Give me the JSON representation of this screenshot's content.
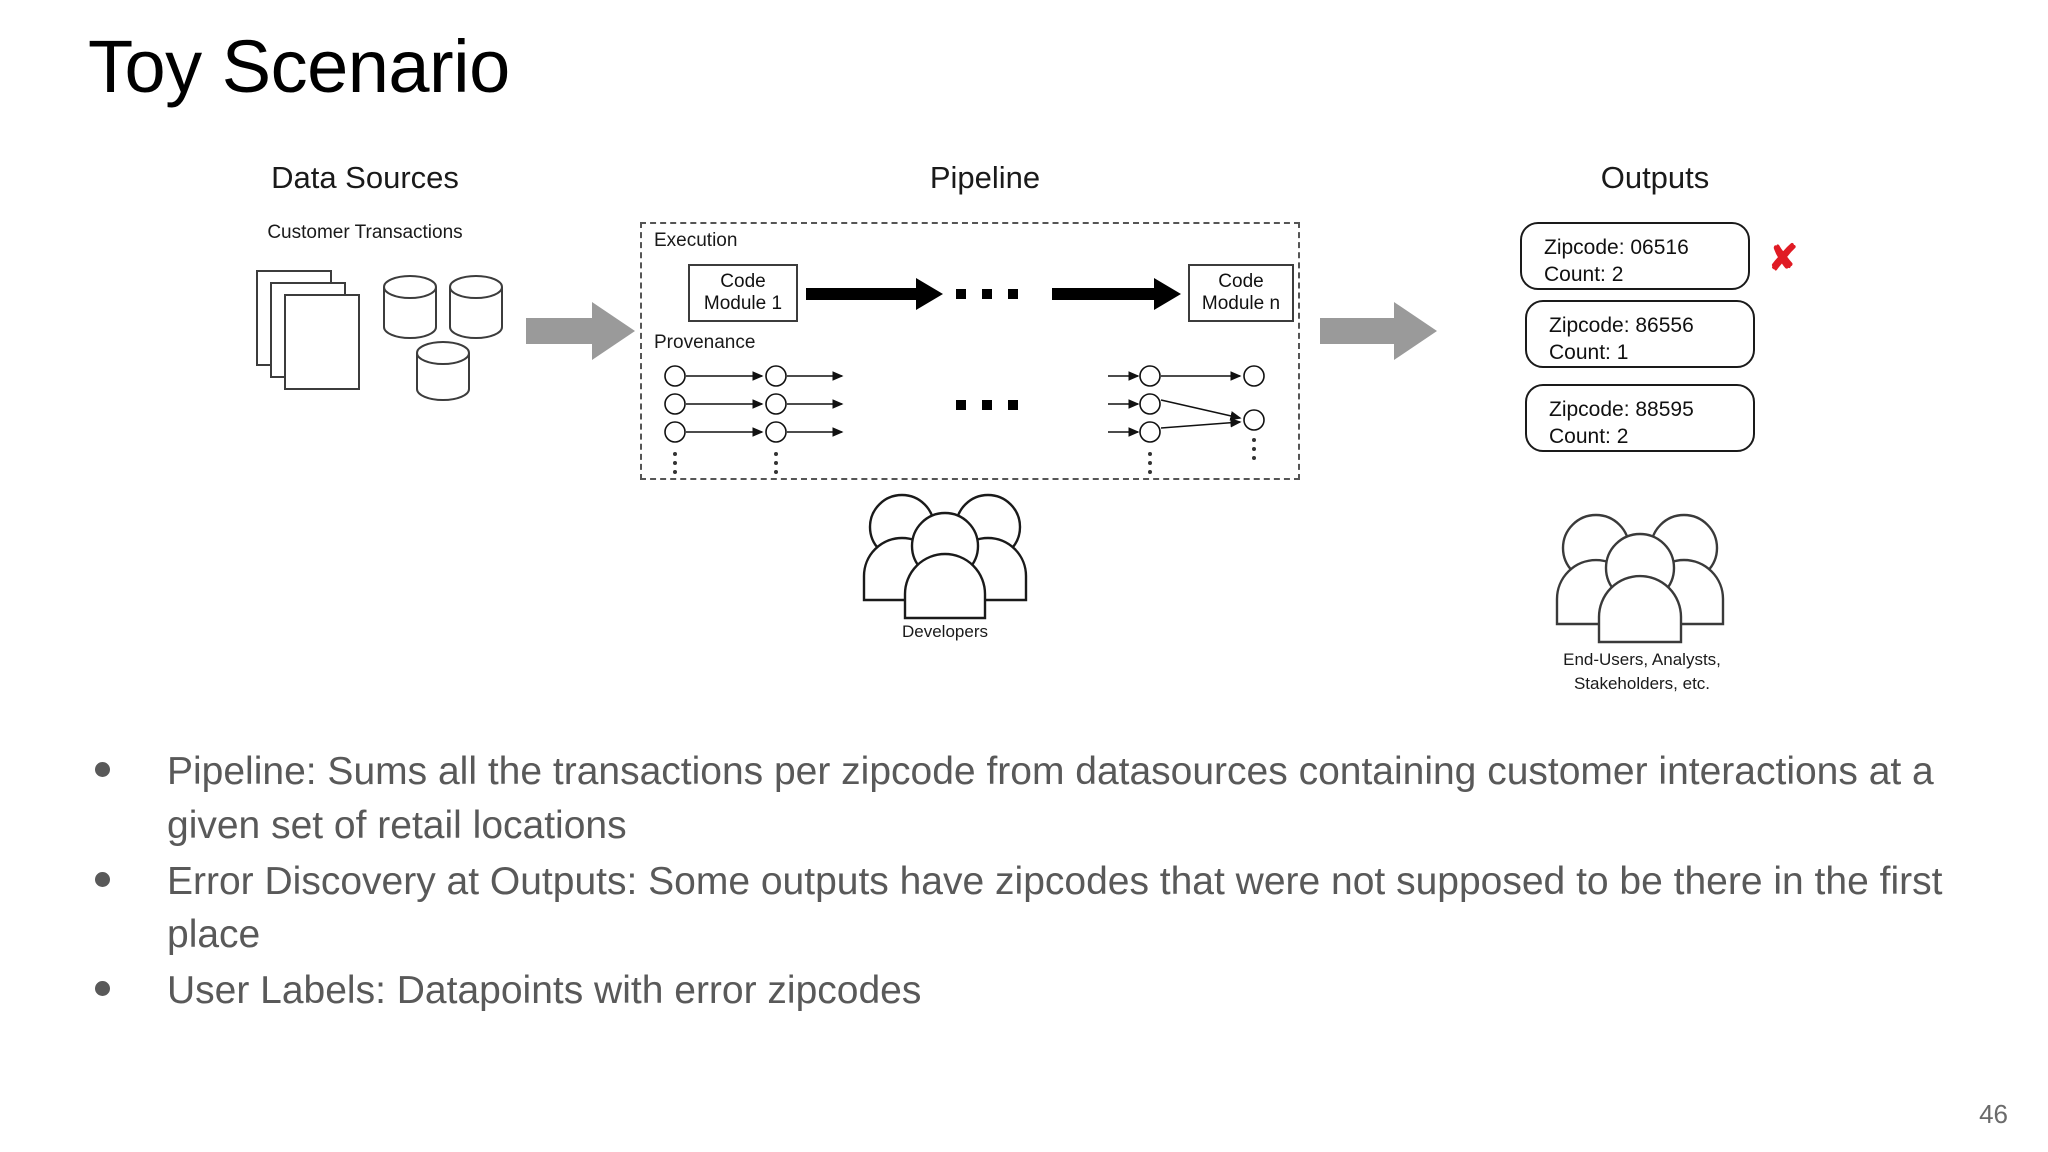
{
  "slide": {
    "title": "Toy Scenario",
    "page_number": "46"
  },
  "figure": {
    "columns": {
      "data_sources": "Data Sources",
      "pipeline": "Pipeline",
      "outputs": "Outputs"
    },
    "data_sources": {
      "caption": "Customer Transactions",
      "icons": [
        "document-stack-icon",
        "database-cylinders-icon"
      ]
    },
    "pipeline": {
      "execution_label": "Execution",
      "provenance_label": "Provenance",
      "code_module_first": {
        "line1": "Code",
        "line2": "Module 1"
      },
      "code_module_last": {
        "line1": "Code",
        "line2": "Module n"
      },
      "ellipsis": "...",
      "developers_caption": "Developers"
    },
    "outputs": {
      "boxes": [
        {
          "zipcode": "Zipcode: 06516",
          "count": "Count: 2",
          "flagged": true
        },
        {
          "zipcode": "Zipcode: 86556",
          "count": "Count: 1",
          "flagged": false
        },
        {
          "zipcode": "Zipcode: 88595",
          "count": "Count: 2",
          "flagged": false
        }
      ],
      "error_marker": "✘",
      "consumers_caption_line1": "End-Users, Analysts,",
      "consumers_caption_line2": "Stakeholders, etc."
    }
  },
  "bullets": [
    "Pipeline: Sums all the transactions per zipcode from datasources containing customer interactions at a given set of retail locations",
    "Error Discovery at Outputs: Some outputs have zipcodes that were not supposed to be there in the first place",
    "User Labels: Datapoints with error zipcodes"
  ],
  "colors": {
    "error_red": "#e01b24",
    "body_text": "#595959",
    "stroke": "#3c3c3c",
    "gray_arrow": "#9a9a9a"
  }
}
